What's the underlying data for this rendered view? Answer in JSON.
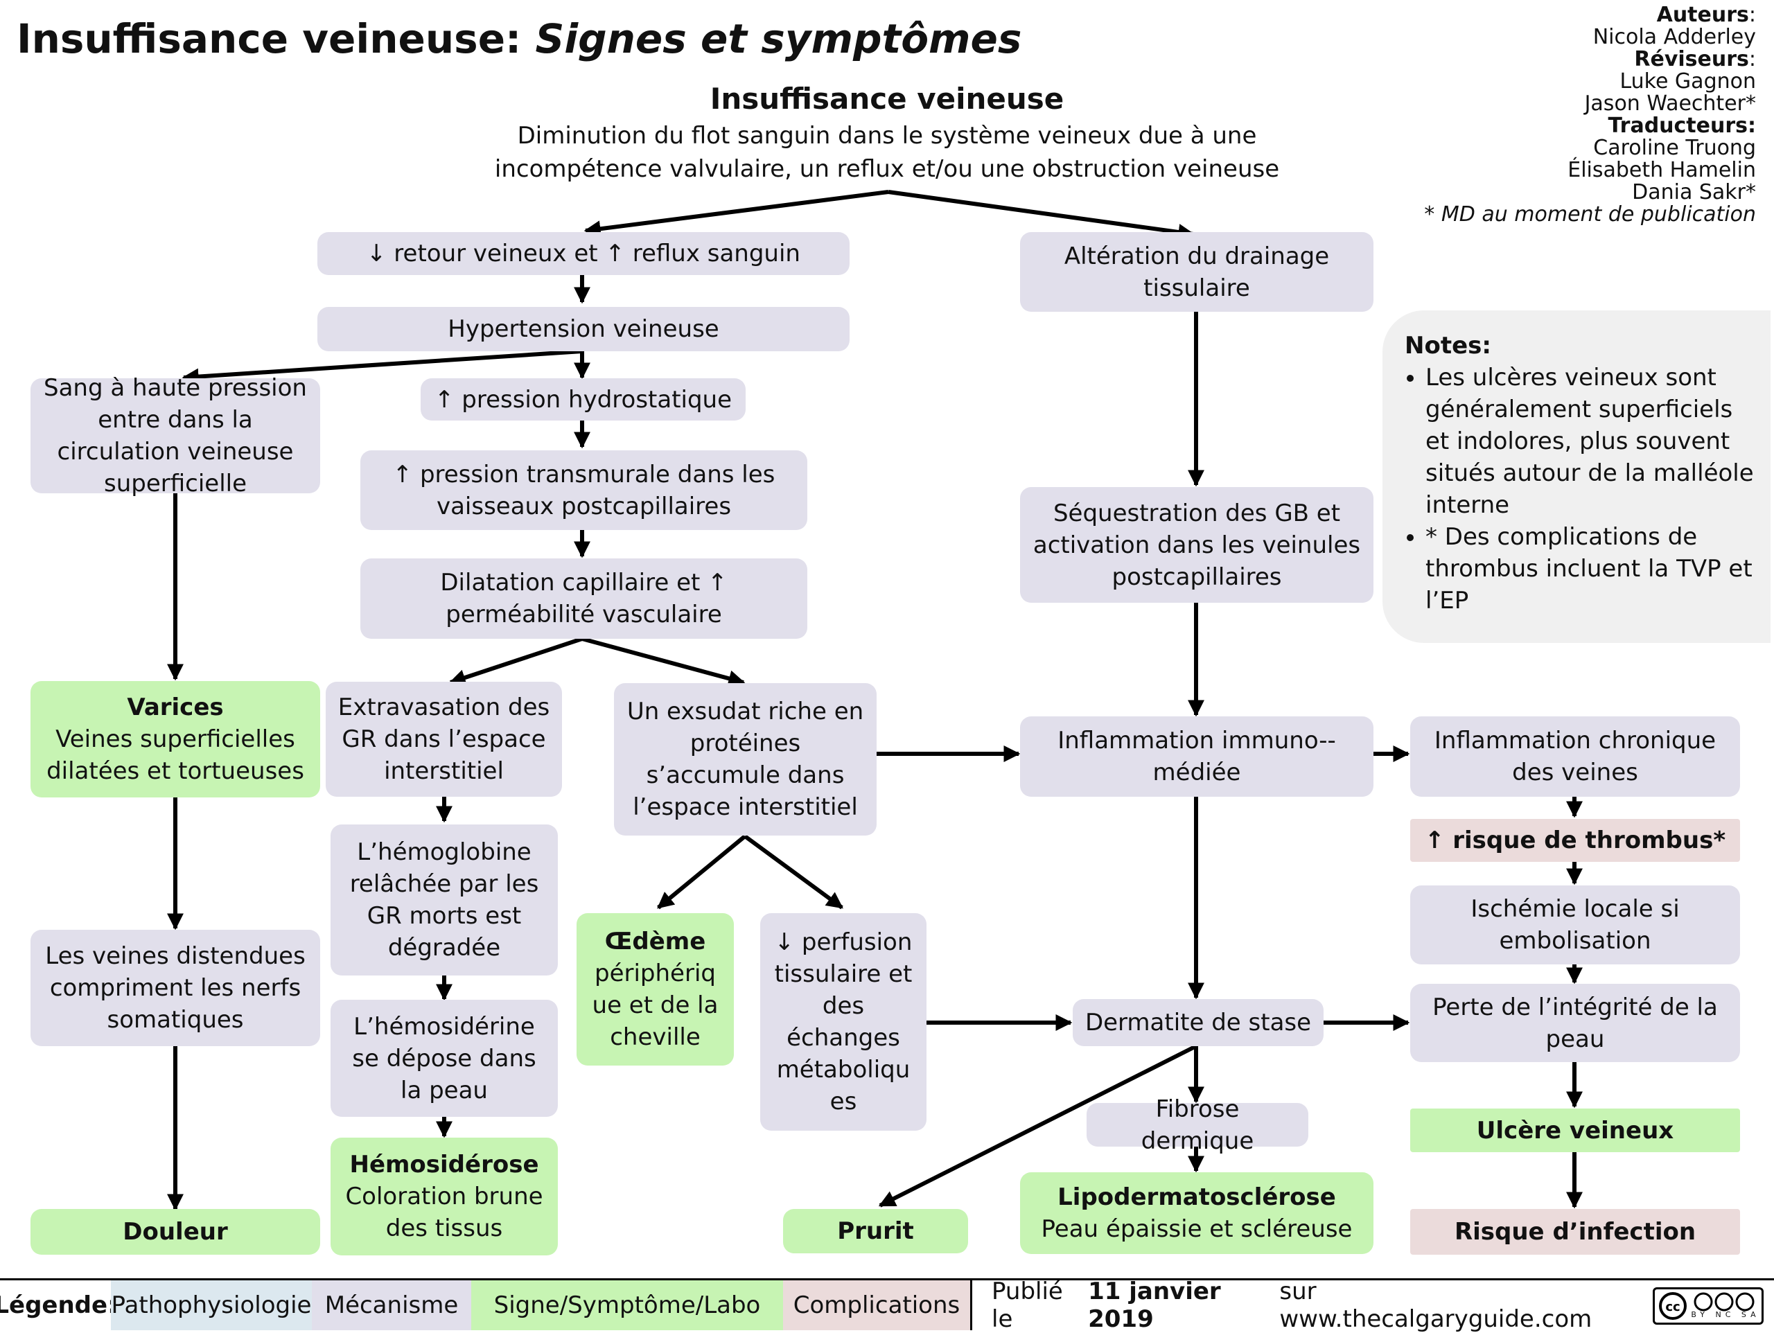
{
  "header": {
    "title_main": "Insuffisance veineuse:",
    "title_italic": "Signes et symptômes"
  },
  "definition": {
    "title": "Insuffisance veineuse",
    "line1": "Diminution du flot sanguin dans le système veineux due à une",
    "line2": "incompétence valvulaire, un reflux et/ou une obstruction veineuse"
  },
  "credits": {
    "authors_label": "Auteurs",
    "authors": [
      "Nicola Adderley"
    ],
    "reviewers_label": "Réviseurs",
    "reviewers": [
      "Luke Gagnon",
      "Jason Waechter*"
    ],
    "translators_label": "Traducteurs:",
    "translators": [
      "Caroline Truong",
      "Élisabeth Hamelin",
      "Dania Sakr*"
    ],
    "footnote": "* MD au moment de publication"
  },
  "notes": {
    "heading": "Notes:",
    "items": [
      "Les ulcères veineux sont généralement superficiels et indolores, plus souvent situés autour de la malléole interne",
      "* Des complications de thrombus incluent la TVP et l’EP"
    ]
  },
  "nodes": {
    "retour": "↓ retour veineux et ↑ reflux sanguin",
    "hypertension": "Hypertension veineuse",
    "sang_haute": "Sang à haute pression entre dans la circulation veineuse superficielle",
    "hydrostatique": "↑ pression hydrostatique",
    "transmurale": "↑ pression transmurale dans les vaisseaux postcapillaires",
    "dilatation": "Dilatation capillaire et ↑ perméabilité vasculaire",
    "varices_title": "Varices",
    "varices_text": "Veines superficielles dilatées et tortueuses",
    "veines_distendues": "Les veines distendues compriment les nerfs somatiques",
    "douleur": "Douleur",
    "extravasation": "Extravasation des GR dans l’espace interstitiel",
    "hemoglobine": "L’hémoglobine relâchée par les GR morts est dégradée",
    "hemosiderine": "L’hémosidérine se dépose dans la peau",
    "hemosiderose_title": "Hémosidérose",
    "hemosiderose_text": "Coloration brune des tissus",
    "exsudat": "Un exsudat riche en protéines s’accumule dans l’espace interstitiel",
    "oedeme_title": "Œdème",
    "oedeme_text": "périphériq ue et de la cheville",
    "perfusion": "↓ perfusion tissulaire et des échanges métaboliqu es",
    "prurit": "Prurit",
    "alteration": "Altération du drainage tissulaire",
    "sequestration": "Séquestration des GB et activation dans les veinules postcapillaires",
    "inflammation_immuno": "Inflammation immuno-- médiée",
    "dermatite": "Dermatite de stase",
    "fibrose": "Fibrose dermique",
    "lipo_title": "Lipodermatosclérose",
    "lipo_text": "Peau épaissie et scléreuse",
    "inflammation_chronique": "Inflammation chronique des veines",
    "risque_thrombus": "↑ risque de thrombus*",
    "ischemie": "Ischémie locale si embolisation",
    "perte_integrite": "Perte de l’intégrité de la peau",
    "ulcere": "Ulcère veineux",
    "risque_infection": "Risque d’infection"
  },
  "legend": {
    "label": "Légende:",
    "items": [
      {
        "label": "Pathophysiologie",
        "color": "#dce8ef"
      },
      {
        "label": "Mécanisme",
        "color": "#e1dfeb"
      },
      {
        "label": "Signe/Symptôme/Labo",
        "color": "#c7f4b3"
      },
      {
        "label": "Complications",
        "color": "#ebdbdb"
      }
    ],
    "published_prefix": "Publié le",
    "published_date": "11 janvier 2019",
    "published_suffix": "sur www.thecalgaryguide.com",
    "license": "BY NC SA"
  }
}
